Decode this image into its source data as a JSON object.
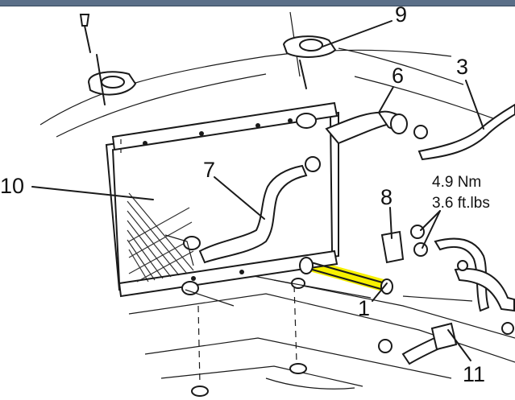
{
  "callouts": {
    "c1": "1",
    "c3": "3",
    "c6": "6",
    "c7": "7",
    "c8": "8",
    "c9": "9",
    "c10": "10",
    "c11": "11"
  },
  "torque": {
    "metric": "4.9 Nm",
    "imperial": "3.6 ft.lbs"
  },
  "colors": {
    "highlight": "#f7f000",
    "ink": "#1a1a1a",
    "window_bar": "#5b6f88"
  }
}
